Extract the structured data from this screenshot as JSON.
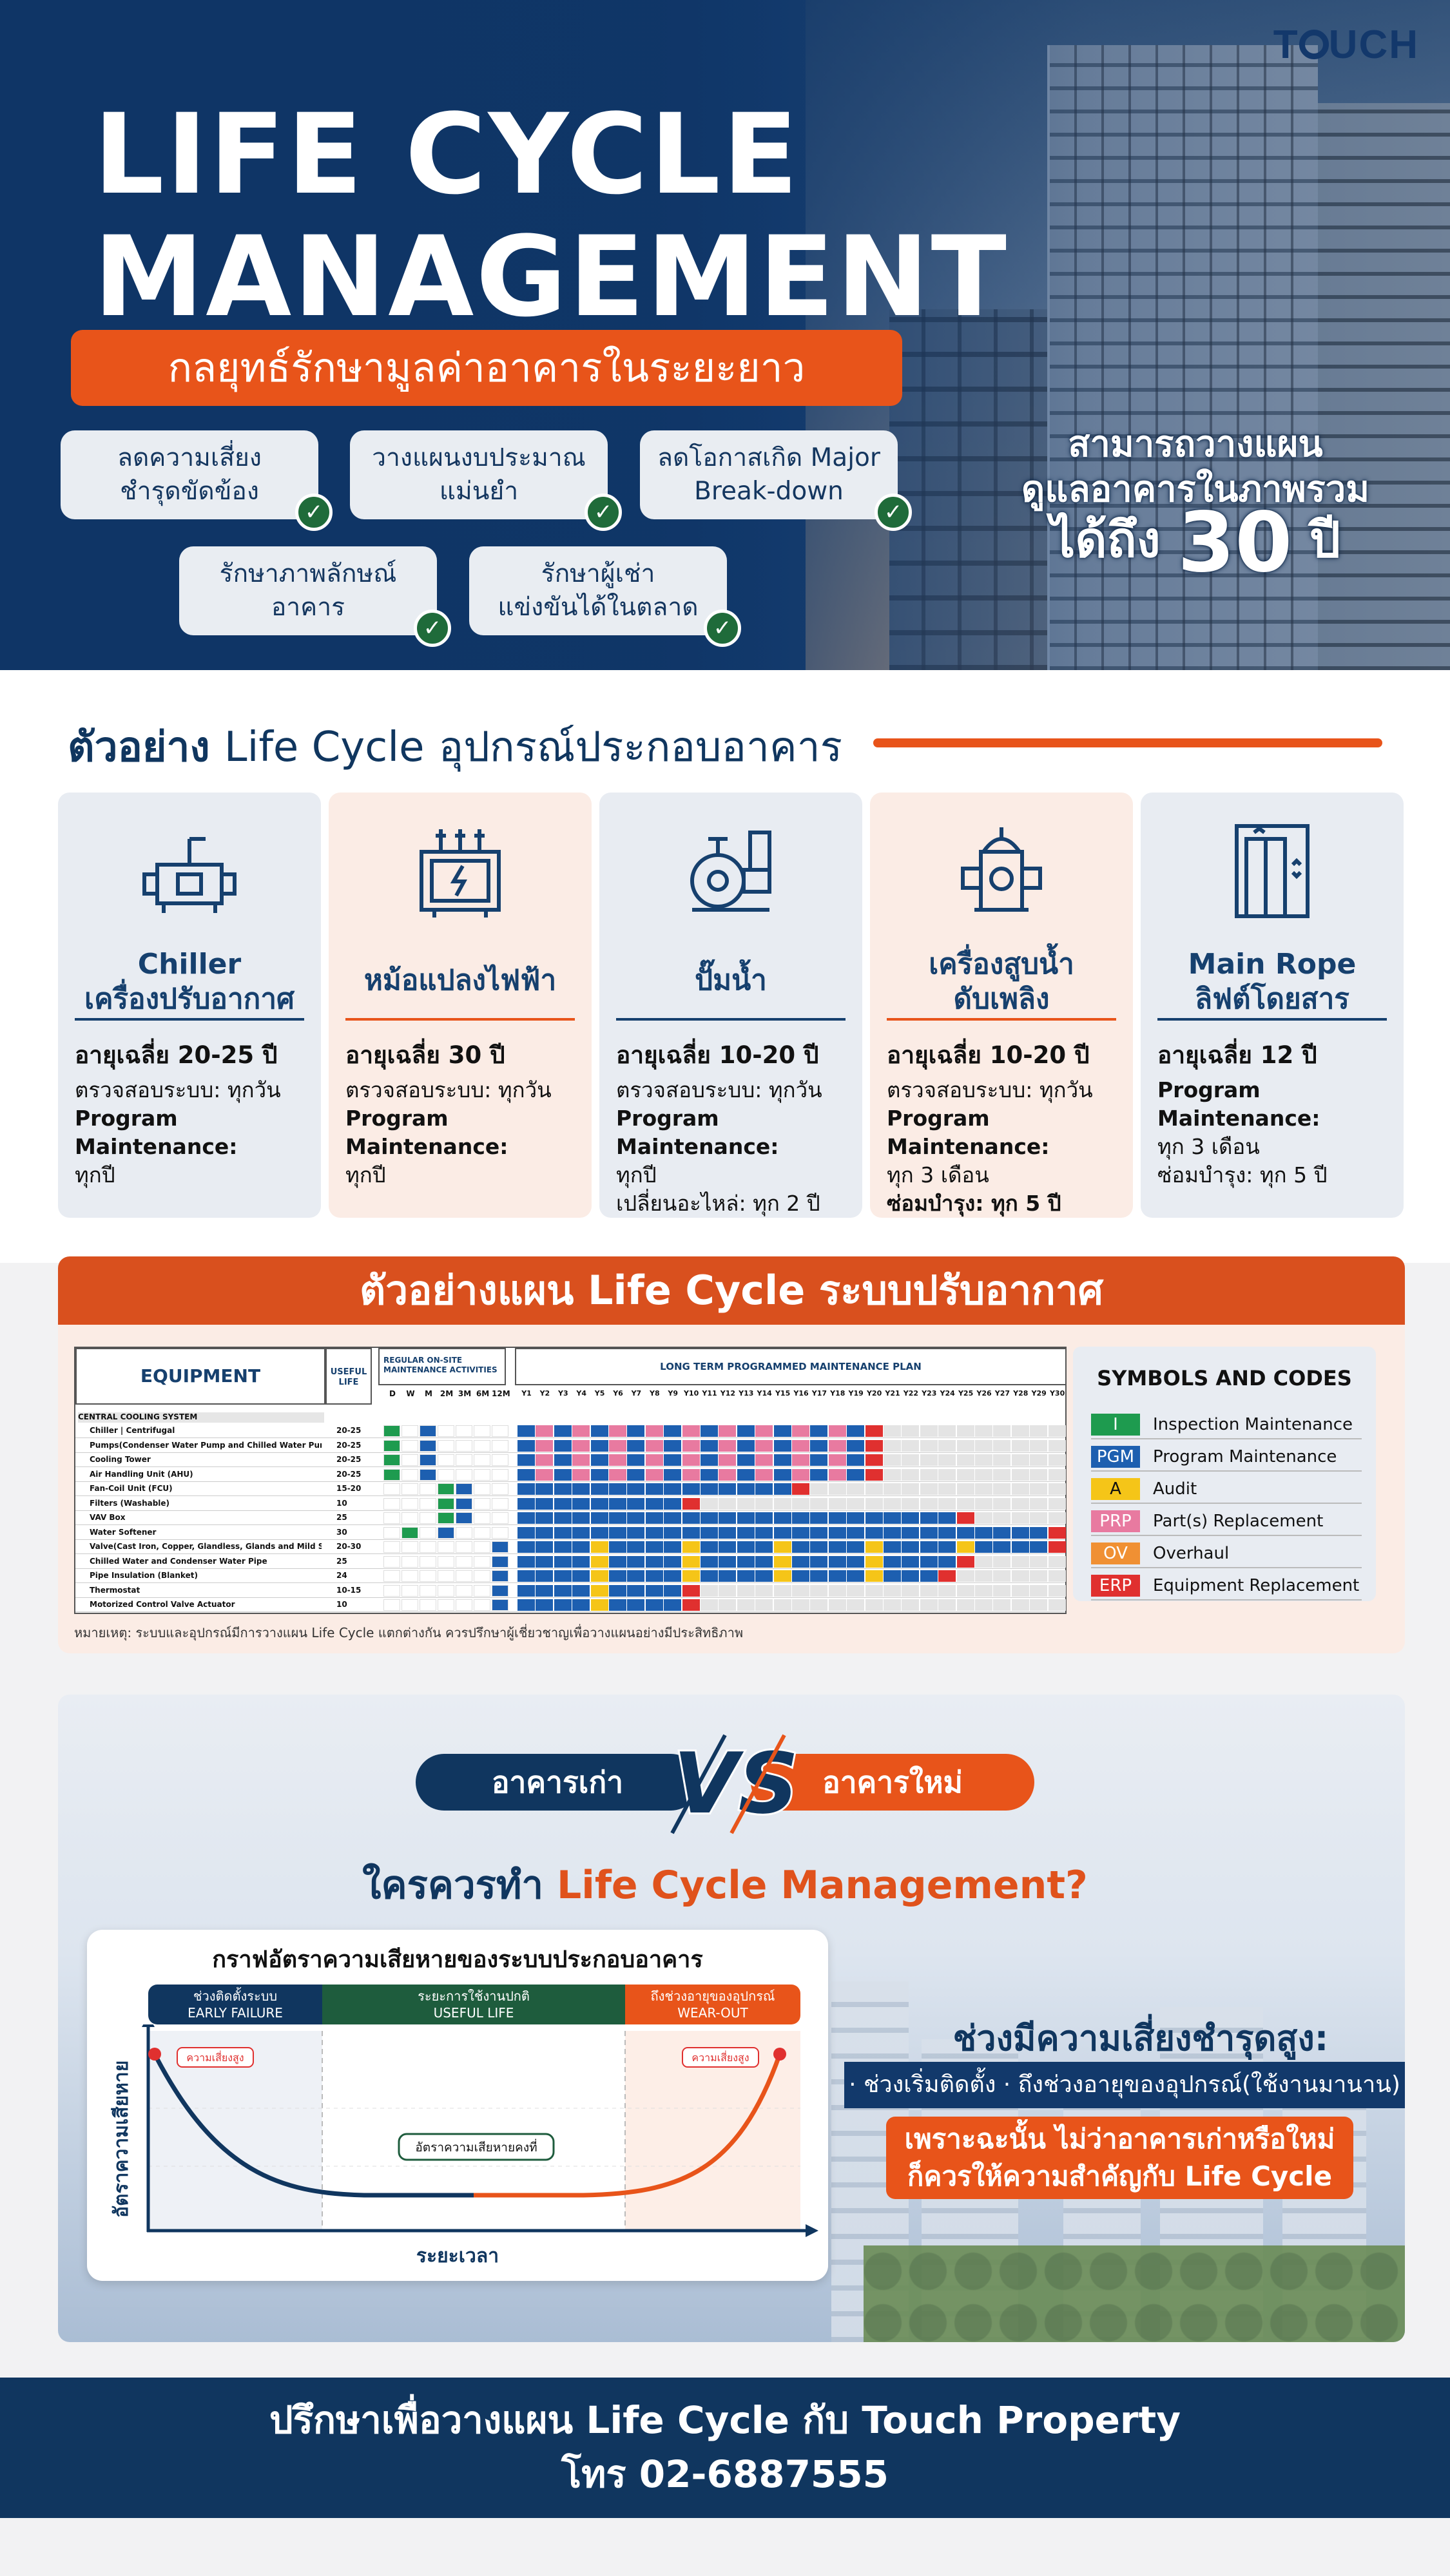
{
  "brand": {
    "logo_pre": "T",
    "logo_post": "UCH"
  },
  "hero": {
    "title_line1": "LIFE CYCLE",
    "title_line2": "MANAGEMENT",
    "subtitle": "กลยุทธ์รักษามูลค่าอาคารในระยะยาว",
    "benefits": [
      {
        "line1": "ลดความเสี่ยง",
        "line2": "ชำรุดขัดข้อง"
      },
      {
        "line1": "วางแผนงบประมาณ",
        "line2": "แม่นยำ"
      },
      {
        "line1": "ลดโอกาสเกิด Major",
        "line2": "Break-down"
      },
      {
        "line1": "รักษาภาพลักษณ์",
        "line2": "อาคาร"
      },
      {
        "line1": "รักษาผู้เช่า",
        "line2": "แข่งขันได้ในตลาด"
      }
    ],
    "right_line1": "สามารถวางแผน",
    "right_line2": "ดูแลอาคารในภาพรวม",
    "right_pre": "ได้ถึง",
    "right_number": "30",
    "right_post": "ปี"
  },
  "section2": {
    "title_th": "ตัวอย่าง",
    "title_en": "Life Cycle",
    "title_rest": "อุปกรณ์ประกอบอาคาร",
    "cards": [
      {
        "icon": "chiller-icon",
        "name1": "Chiller",
        "name2": "เครื่องปรับอากาศ",
        "life": "อายุเฉลี่ย 20-25 ปี",
        "lines": [
          "ตรวจสอบระบบ: ทุกวัน",
          "Program Maintenance:",
          "ทุกปี"
        ]
      },
      {
        "icon": "transformer-icon",
        "name1": "หม้อแปลงไฟฟ้า",
        "name2": "",
        "life": "อายุเฉลี่ย 30 ปี",
        "lines": [
          "ตรวจสอบระบบ: ทุกวัน",
          "Program Maintenance:",
          "ทุกปี"
        ]
      },
      {
        "icon": "water-pump-icon",
        "name1": "ปั๊มน้ำ",
        "name2": "",
        "life": "อายุเฉลี่ย 10-20 ปี",
        "lines": [
          "ตรวจสอบระบบ: ทุกวัน",
          "Program Maintenance:",
          "ทุกปี",
          "เปลี่ยนอะไหล่: ทุก 2 ปี"
        ]
      },
      {
        "icon": "fire-hydrant-icon",
        "name1": "เครื่องสูบน้ำ",
        "name2": "ดับเพลิง",
        "life": "อายุเฉลี่ย 10-20 ปี",
        "lines": [
          "ตรวจสอบระบบ: ทุกวัน",
          "Program Maintenance:",
          "ทุก 3 เดือน",
          "ซ่อมบำรุง: ทุก 5 ปี"
        ]
      },
      {
        "icon": "elevator-icon",
        "name1": "Main Rope",
        "name2": "ลิฟต์โดยสาร",
        "life": "อายุเฉลี่ย 12 ปี",
        "lines": [
          "Program Maintenance:",
          "ทุก 3 เดือน",
          "ซ่อมบำรุง: ทุก 5 ปี"
        ]
      }
    ]
  },
  "section3": {
    "title": "ตัวอย่างแผน Life Cycle ระบบปรับอากาศ",
    "equipment_header": "EQUIPMENT",
    "useful_life_header": "USEFUL LIFE",
    "regular_header": "REGULAR ON-SITE MAINTENANCE ACTIVITIES",
    "regular_cols": [
      "D",
      "W",
      "M",
      "2M",
      "3M",
      "6M",
      "12M"
    ],
    "long_header": "LONG TERM PROGRAMMED MAINTENANCE PLAN",
    "years": [
      "Y1",
      "Y2",
      "Y3",
      "Y4",
      "Y5",
      "Y6",
      "Y7",
      "Y8",
      "Y9",
      "Y10",
      "Y11",
      "Y12",
      "Y13",
      "Y14",
      "Y15",
      "Y16",
      "Y17",
      "Y18",
      "Y19",
      "Y20",
      "Y21",
      "Y22",
      "Y23",
      "Y24",
      "Y25",
      "Y26",
      "Y27",
      "Y28",
      "Y29",
      "Y30"
    ],
    "group": "CENTRAL COOLING SYSTEM",
    "rows": [
      {
        "name": "Chiller | Centrifugal",
        "life": "20-25",
        "erp": 20
      },
      {
        "name": "Pumps(Condenser Water Pump and Chilled Water Pump)",
        "life": "20-25",
        "erp": 20
      },
      {
        "name": "Cooling Tower",
        "life": "20-25",
        "erp": 20
      },
      {
        "name": "Air Handling Unit (AHU)",
        "life": "20-25",
        "erp": 20
      },
      {
        "name": "Fan-Coil Unit (FCU)",
        "life": "15-20",
        "erp": 16
      },
      {
        "name": "Filters (Washable)",
        "life": "10",
        "erp": 10
      },
      {
        "name": "VAV Box",
        "life": "25",
        "erp": 25
      },
      {
        "name": "Water Softener",
        "life": "30",
        "erp": 30
      },
      {
        "name": "Valve(Cast Iron, Copper, Glandless, Glands and Mild Steel)",
        "life": "20-30",
        "erp": 30
      },
      {
        "name": "Chilled Water and Condenser Water Pipe",
        "life": "25",
        "erp": 25
      },
      {
        "name": "Pipe Insulation (Blanket)",
        "life": "24",
        "erp": 24
      },
      {
        "name": "Thermostat",
        "life": "10-15",
        "erp": 10
      },
      {
        "name": "Motorized Control Valve Actuator",
        "life": "10",
        "erp": 10
      }
    ],
    "symbols_title": "SYMBOLS AND CODES",
    "symbols": [
      {
        "code": "I",
        "label": "Inspection Maintenance",
        "color": "#1e9b4f",
        "text": "#ffffff"
      },
      {
        "code": "PGM",
        "label": "Program Maintenance",
        "color": "#1d5fb0",
        "text": "#ffffff"
      },
      {
        "code": "A",
        "label": "Audit",
        "color": "#f5c518",
        "text": "#111111"
      },
      {
        "code": "PRP",
        "label": "Part(s) Replacement",
        "color": "#e87aa0",
        "text": "#ffffff"
      },
      {
        "code": "OV",
        "label": "Overhaul",
        "color": "#f09033",
        "text": "#ffffff"
      },
      {
        "code": "ERP",
        "label": "Equipment Replacement",
        "color": "#e0302f",
        "text": "#ffffff"
      }
    ],
    "note": "หมายเหตุ: ระบบและอุปกรณ์มีการวางแผน Life Cycle แตกต่างกัน ควรปรึกษาผู้เชี่ยวชาญเพื่อวางแผนอย่างมีประสิทธิภาพ"
  },
  "section4": {
    "old": "อาคารเก่า",
    "vs": "VS",
    "new": "อาคารใหม่",
    "question_pre": "ใครควรทำ",
    "question_hl": "Life Cycle Management?",
    "graph_title": "กราฟอัตราความเสียหายของระบบประกอบอาคาร",
    "bands": [
      {
        "th": "ช่วงติดตั้งระบบ",
        "en": "EARLY FAILURE",
        "color": "#10365f"
      },
      {
        "th": "ระยะการใช้งานปกติ",
        "en": "USEFUL LIFE",
        "color": "#1e5c3d"
      },
      {
        "th": "ถึงช่วงอายุของอุปกรณ์",
        "en": "WEAR-OUT",
        "color": "#e8541a"
      }
    ],
    "high_risk": "ความเสี่ยงสูง",
    "constant": "อัตราความเสียหายคงที่",
    "ylabel": "อัตราความเสียหาย",
    "xlabel": "ระยะเวลา",
    "risk_title": "ช่วงมีความเสี่ยงชำรุดสูง:",
    "risk_bar": "· ช่วงเริ่มติดตั้ง   · ถึงช่วงอายุของอุปกรณ์(ใช้งานมานาน)",
    "risk_box1": "เพราะฉะนั้น ไม่ว่าอาคารเก่าหรือใหม่",
    "risk_box2": "ก็ควรให้ความสำคัญกับ Life Cycle"
  },
  "footer": {
    "line1": "ปรึกษาเพื่อวางแผน Life Cycle กับ Touch Property",
    "line2": "โทร 02-6887555"
  }
}
